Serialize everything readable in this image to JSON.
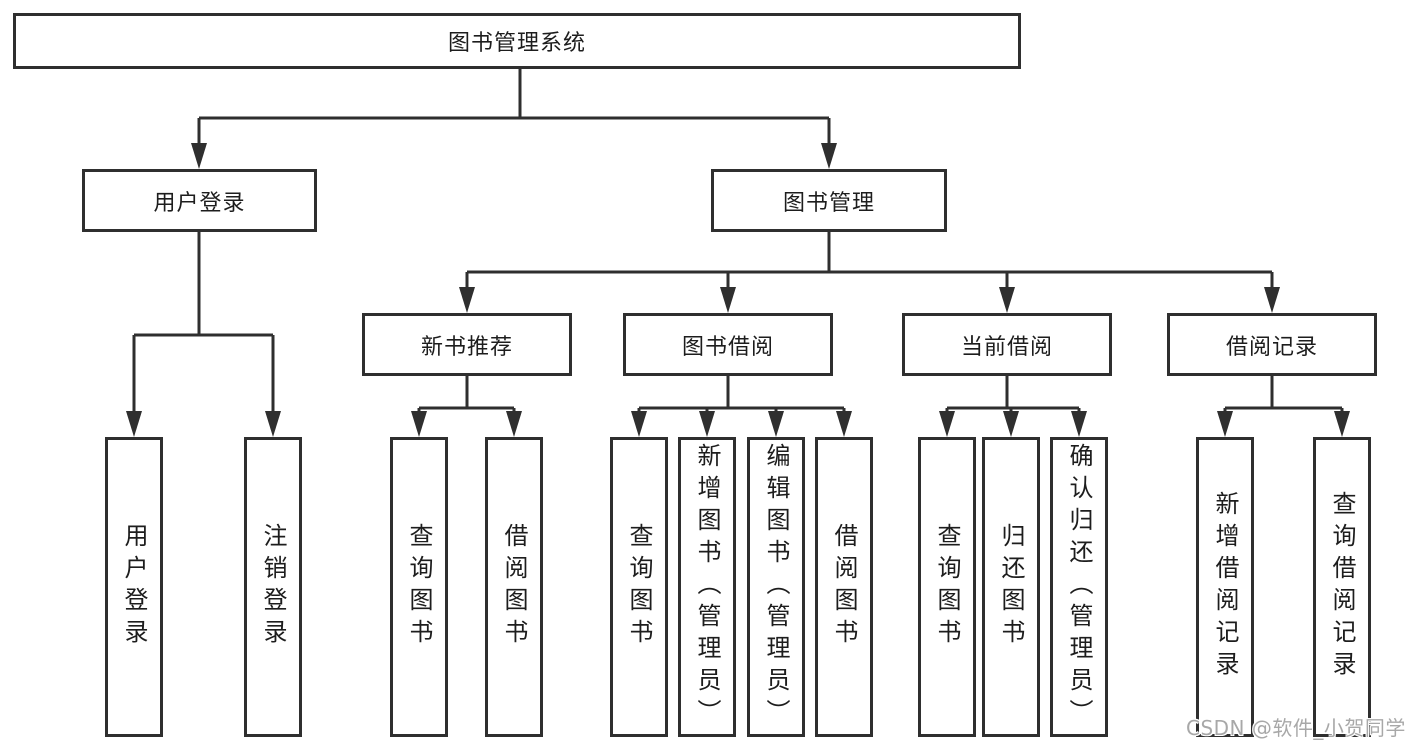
{
  "diagram": {
    "root": "图书管理系统",
    "user_login": {
      "label": "用户登录",
      "children": [
        "用户登录",
        "注销登录"
      ]
    },
    "book_management": {
      "label": "图书管理",
      "modules": [
        {
          "label": "新书推荐",
          "children": [
            "查询图书",
            "借阅图书"
          ]
        },
        {
          "label": "图书借阅",
          "children": [
            "查询图书",
            "新增图书（管理员）",
            "编辑图书（管理员）",
            "借阅图书"
          ]
        },
        {
          "label": "当前借阅",
          "children": [
            "查询图书",
            "归还图书",
            "确认归还（管理员）"
          ]
        },
        {
          "label": "借阅记录",
          "children": [
            "新增借阅记录",
            "查询借阅记录"
          ]
        }
      ]
    },
    "watermark": "CSDN @软件_小贺同学",
    "colors": {
      "line": "#2f2f2f",
      "text": "#1d1d1d",
      "watermark": "#a8a8a8",
      "background": "#ffffff"
    }
  }
}
